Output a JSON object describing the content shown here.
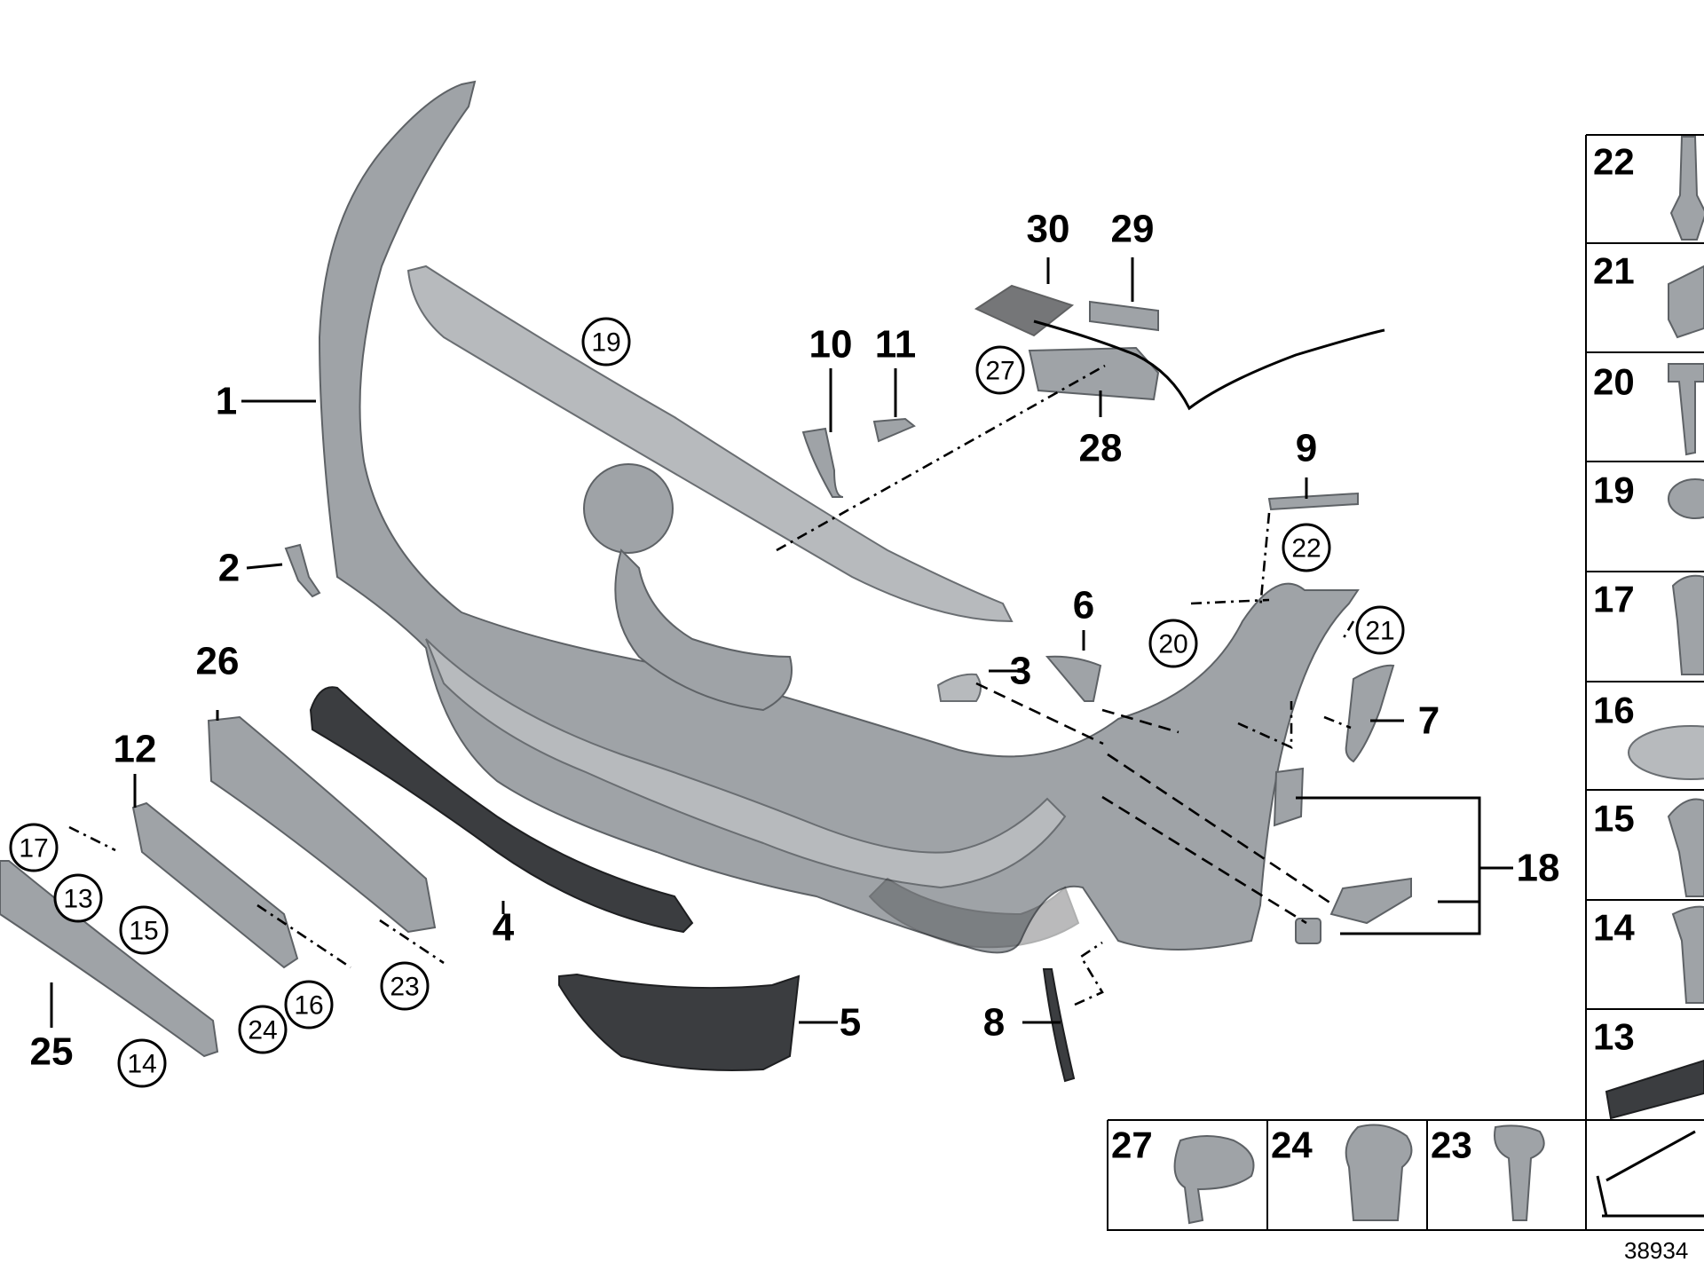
{
  "diagram": {
    "doc_number": "38934",
    "callouts_bold": [
      "1",
      "2",
      "3",
      "4",
      "5",
      "6",
      "7",
      "8",
      "9",
      "10",
      "11",
      "12",
      "18",
      "25",
      "26",
      "28",
      "29",
      "30"
    ],
    "callouts_circled": [
      "19",
      "27",
      "22",
      "20",
      "21",
      "17",
      "13",
      "15",
      "24",
      "16",
      "23",
      "14"
    ],
    "hardware_panel": [
      "22",
      "21",
      "20",
      "19",
      "17",
      "16",
      "15",
      "14",
      "13"
    ],
    "hardware_bottom": [
      "27",
      "24",
      "23"
    ]
  },
  "colors": {
    "part_fill": "#9fa3a7",
    "grille_fill": "#3b3d40",
    "line": "#000000"
  }
}
